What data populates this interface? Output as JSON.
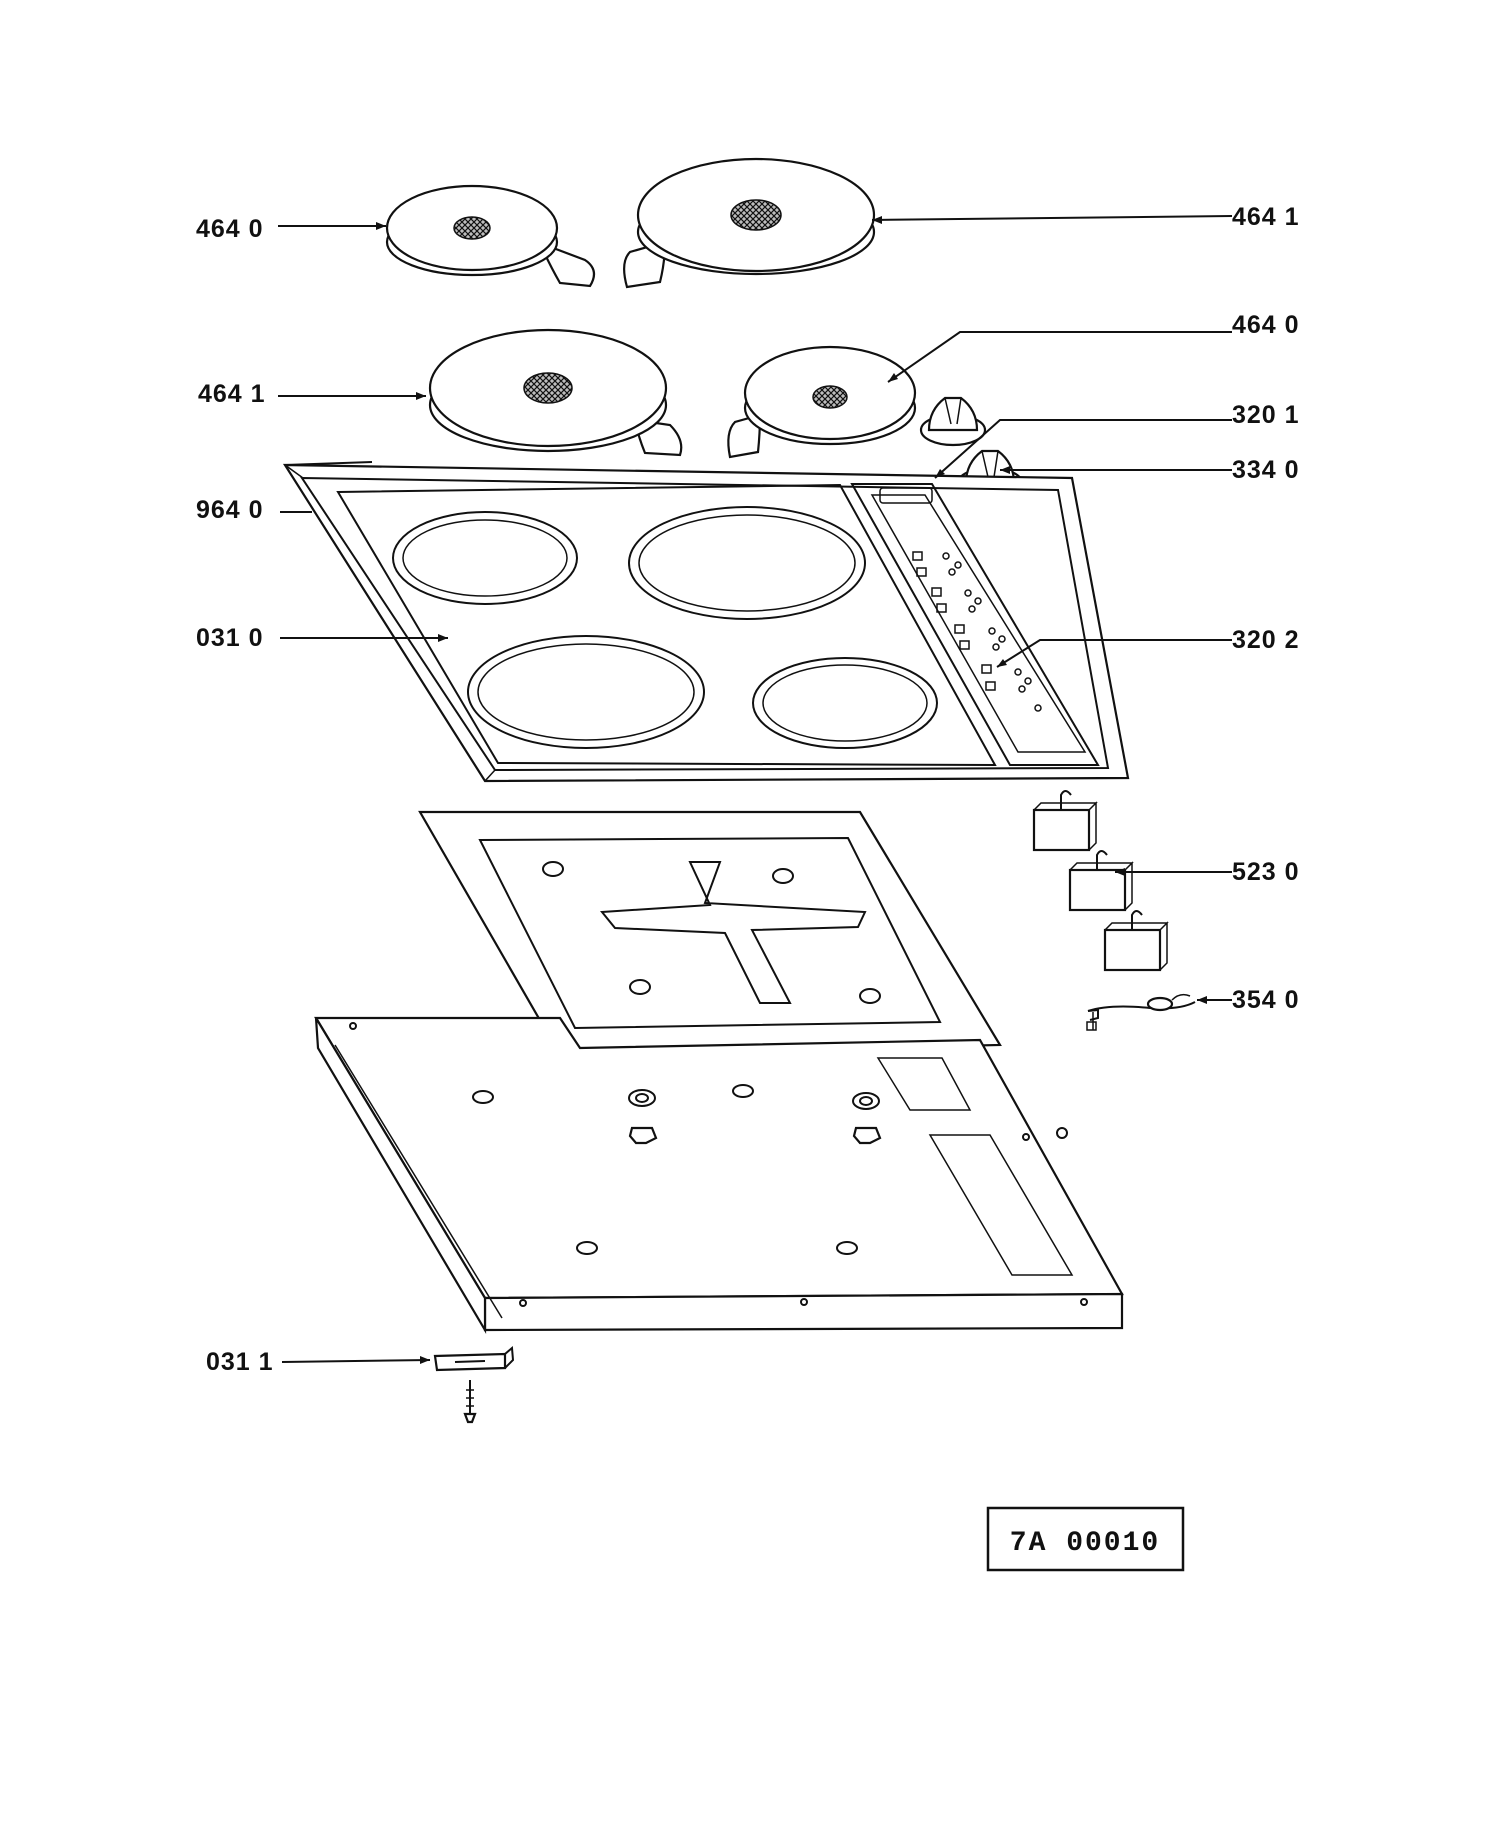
{
  "labels": {
    "plate_small_top": "464 0",
    "plate_large_top": "464 1",
    "plate_small_right": "464 0",
    "plate_large_left": "464 1",
    "knob_upper": "320 1",
    "knob": "334 0",
    "frame": "964 0",
    "hob_top": "031 0",
    "panel": "320 2",
    "switch": "523 0",
    "cable": "354 0",
    "bracket": "031 1"
  },
  "reference_code": "7A 00010",
  "colors": {
    "ink": "#111111",
    "paper": "#ffffff",
    "mesh": "#8a8a8a"
  },
  "icons": [
    "hotplate-icon",
    "control-knob-icon",
    "energy-regulator-icon",
    "cable-icon",
    "fixing-bracket-icon",
    "screw-icon"
  ]
}
